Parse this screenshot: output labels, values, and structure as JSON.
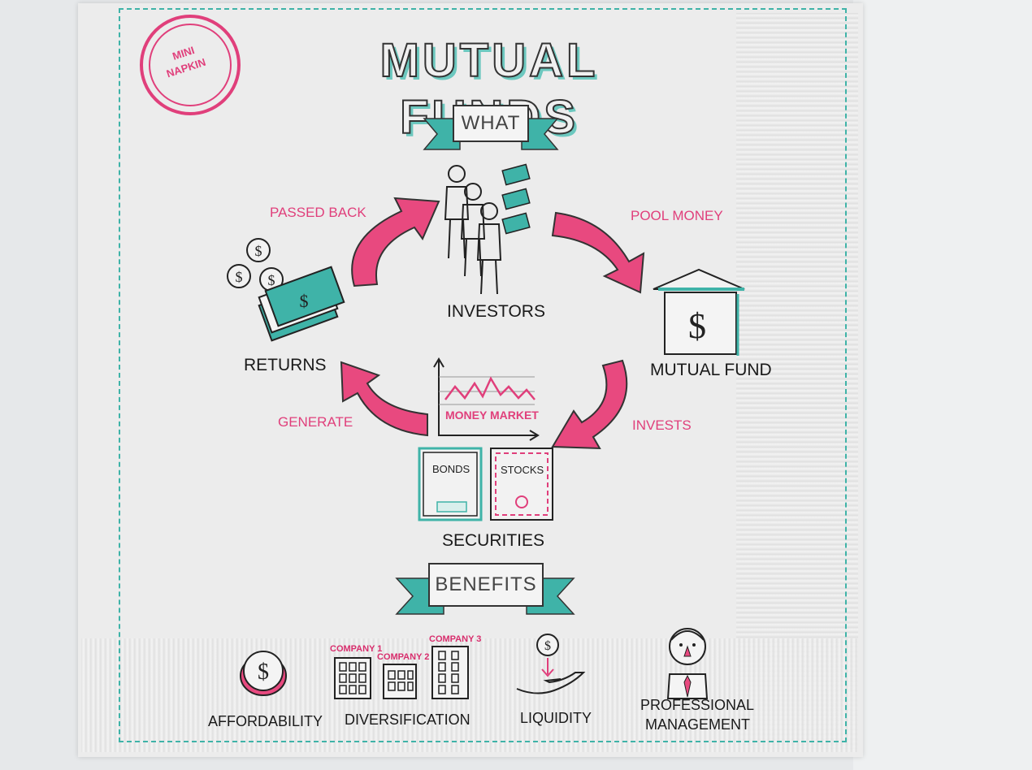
{
  "title": "MUTUAL FUNDS",
  "stamp": {
    "line1": "MINI",
    "line2": "NAPKIN"
  },
  "banners": {
    "what": "WHAT",
    "benefits": "BENEFITS"
  },
  "nodes": {
    "investors": "INVESTORS",
    "mutual_fund": "MUTUAL FUND",
    "returns": "RETURNS",
    "securities": "SECURITIES"
  },
  "flows": {
    "pool_money": "POOL MONEY",
    "invests": "INVESTS",
    "generate": "GENERATE",
    "passed_back": "PASSED BACK"
  },
  "chart_label": "MONEY MARKET",
  "documents": {
    "bonds": "BONDS",
    "stocks": "STOCKS"
  },
  "benefits": [
    {
      "label": "AFFORDABILITY"
    },
    {
      "label": "DIVERSIFICATION"
    },
    {
      "label": "LIQUIDITY"
    },
    {
      "label": "PROFESSIONAL",
      "label2": "MANAGEMENT"
    }
  ],
  "companies": [
    "COMPANY 1",
    "COMPANY 2",
    "COMPANY 3"
  ],
  "colors": {
    "pink": "#e03f7b",
    "teal": "#3fb3a8",
    "ink": "#1a1a1a"
  },
  "icons": [
    "dollar-coin-icon",
    "money-stack-icon",
    "bank-building-icon",
    "investors-group-icon",
    "line-chart-icon",
    "hand-coin-icon",
    "manager-icon",
    "building-icon"
  ]
}
